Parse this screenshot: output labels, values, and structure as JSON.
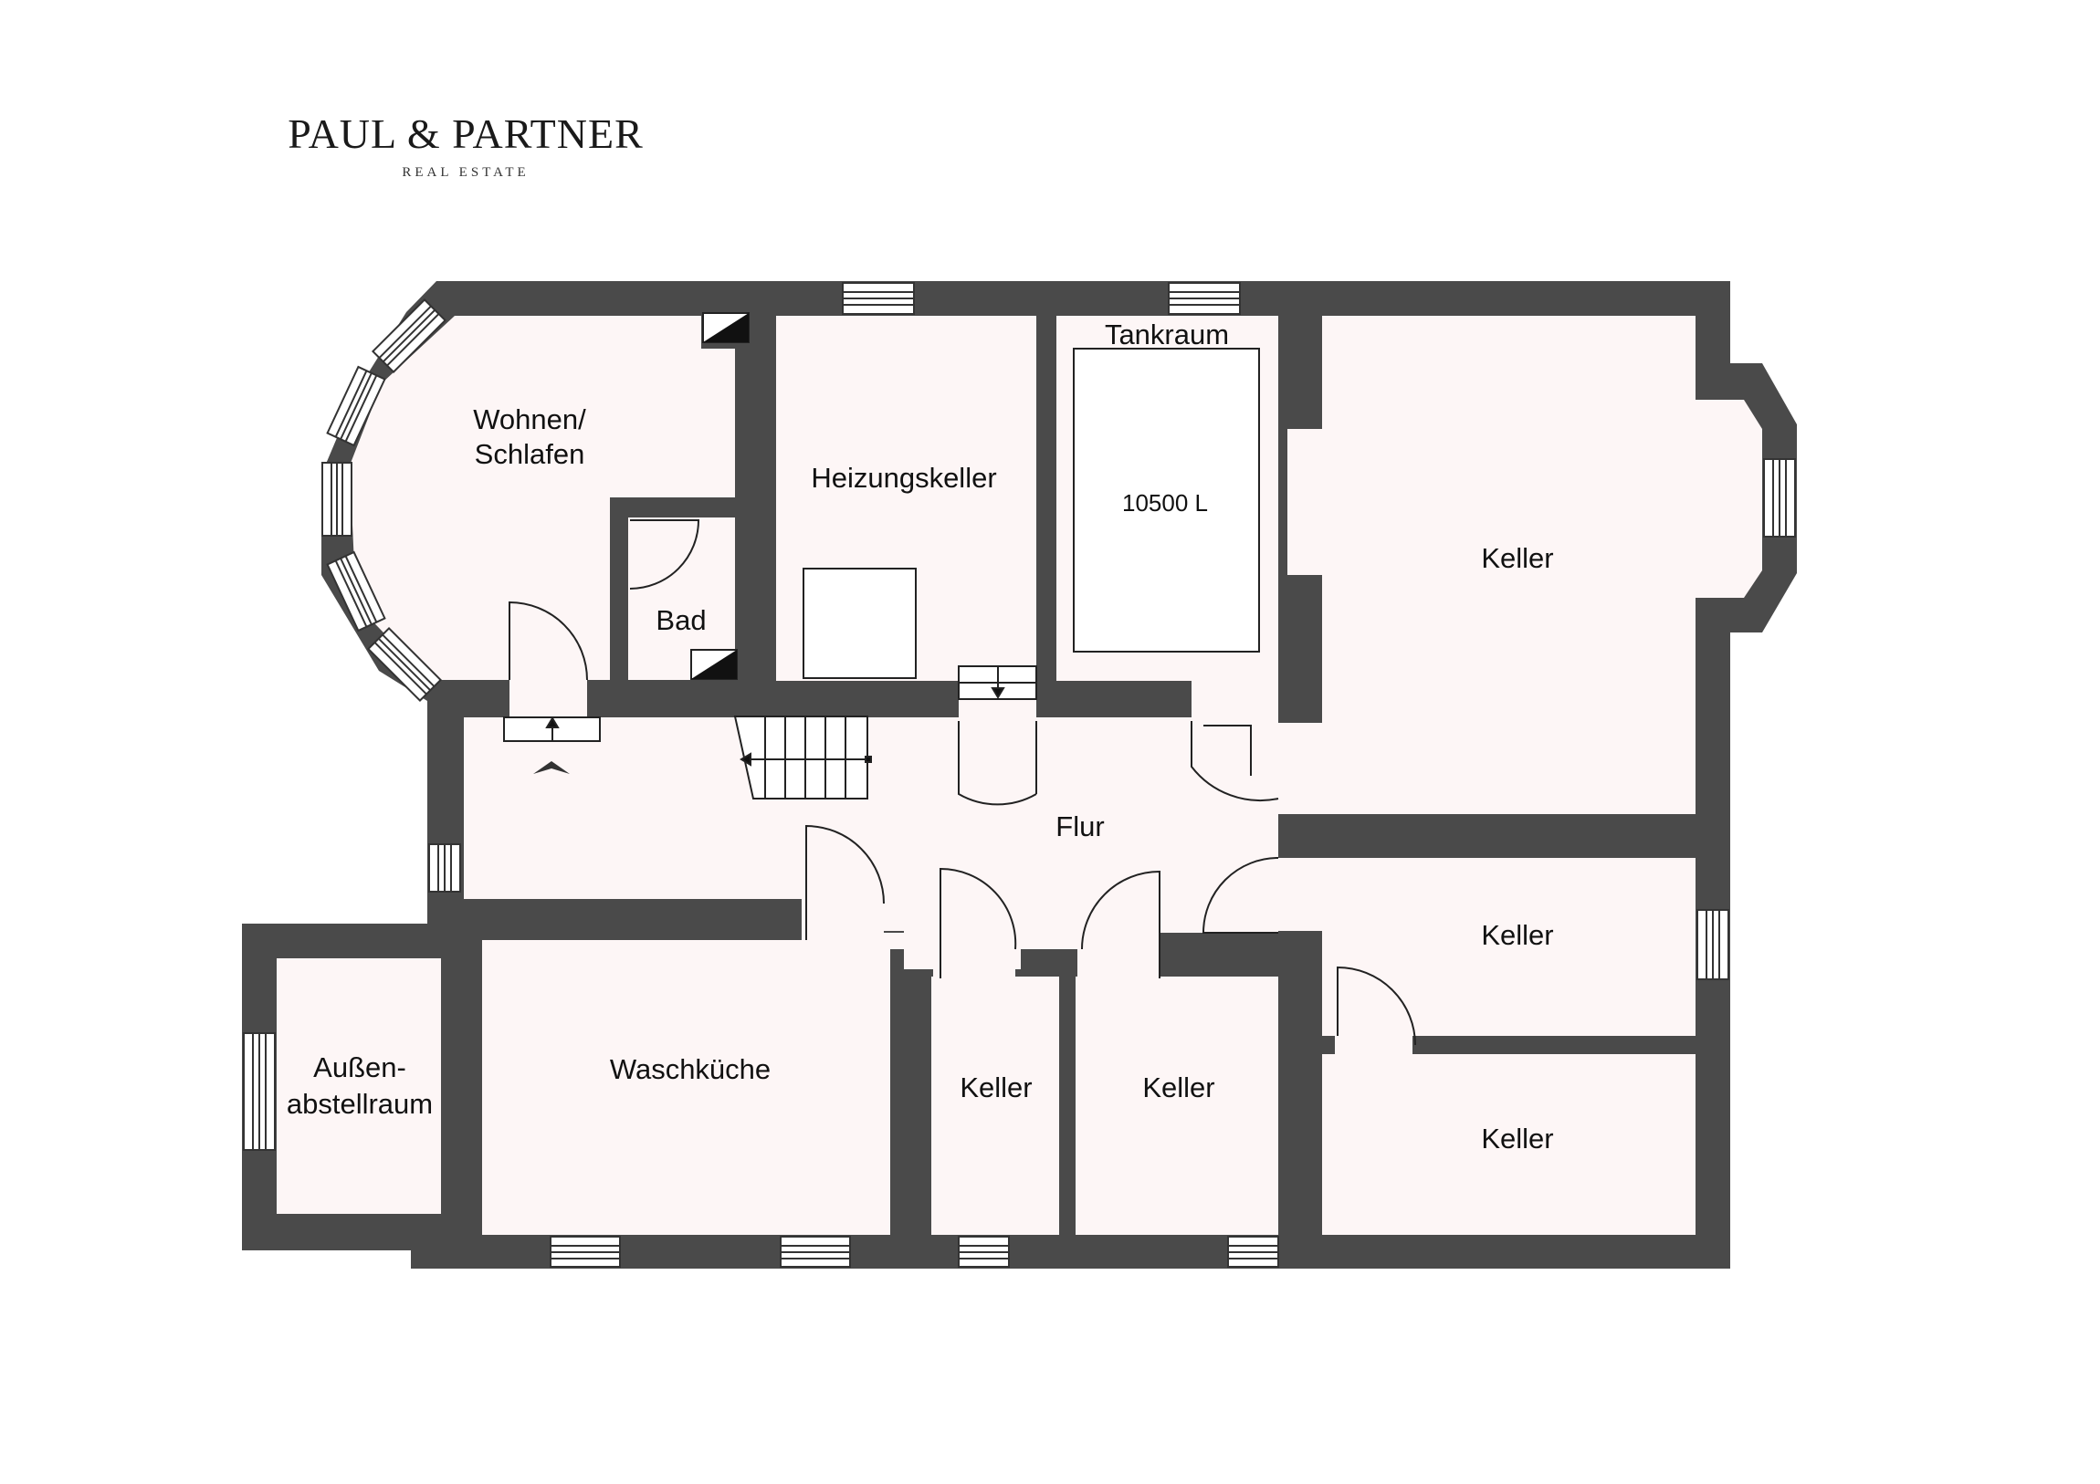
{
  "logo": {
    "main": "PAUL & PARTNER",
    "sub": "REAL ESTATE"
  },
  "rooms": {
    "wohnen_line1": "Wohnen/",
    "wohnen_line2": "Schlafen",
    "bad": "Bad",
    "heizungskeller": "Heizungskeller",
    "tankraum": "Tankraum",
    "tank_volume": "10500 L",
    "keller_east": "Keller",
    "flur": "Flur",
    "keller_mid_right": "Keller",
    "keller_bottom_right": "Keller",
    "aussen_line1": "Außen-",
    "aussen_line2": "abstellraum",
    "waschkueche": "Waschküche",
    "keller_small_1": "Keller",
    "keller_small_2": "Keller"
  },
  "colors": {
    "wall": "#4a4a4a",
    "floor": "#fdf6f6",
    "background": "#ffffff"
  }
}
